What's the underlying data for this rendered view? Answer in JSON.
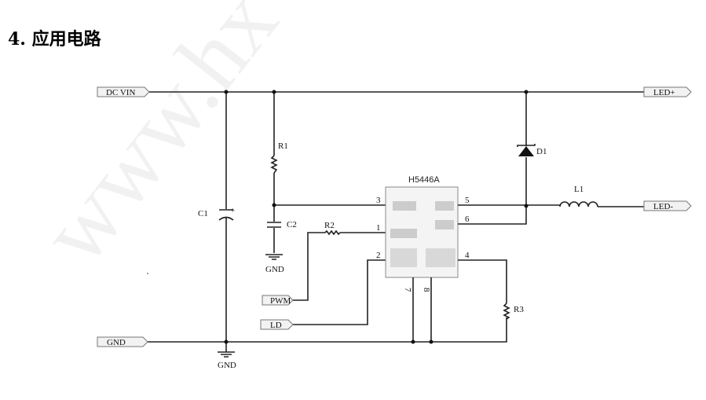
{
  "title": "4.  应用电路",
  "watermark": "www.hx",
  "ic": {
    "name": "H5446A",
    "pins": [
      "1",
      "2",
      "3",
      "4",
      "5",
      "6",
      "7",
      "8"
    ]
  },
  "ports": {
    "dc_vin": "DC VIN",
    "gnd": "GND",
    "pwm": "PWM",
    "ld": "LD",
    "led_plus": "LED+",
    "led_minus": "LED-"
  },
  "components": {
    "c1": "C1",
    "c1_polarity": "+",
    "c2": "C2",
    "r1": "R1",
    "r2": "R2",
    "r3": "R3",
    "d1": "D1",
    "l1": "L1"
  },
  "ground_labels": {
    "g1": "GND",
    "g2": "GND"
  }
}
